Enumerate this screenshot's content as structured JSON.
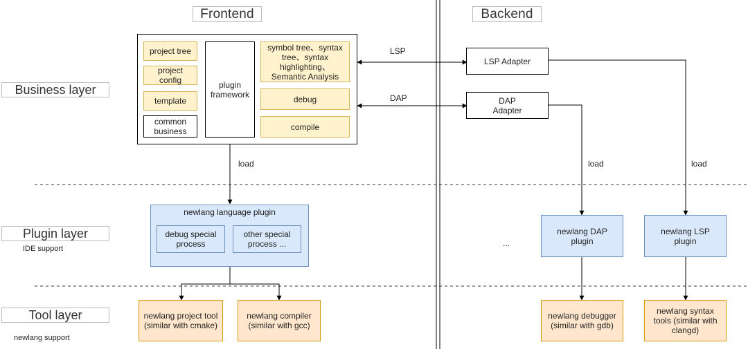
{
  "headers": {
    "frontend": "Frontend",
    "backend": "Backend"
  },
  "layers": {
    "business": "Business layer",
    "plugin": "Plugin layer",
    "plugin_sub": "IDE support",
    "tool": "Tool layer",
    "tool_sub": "newlang support"
  },
  "business_frontend": {
    "project_tree": "project tree",
    "project_config": "project config",
    "template": "template",
    "common_business": "common business",
    "plugin_framework": "plugin framework",
    "symbol_tree": "symbol tree、syntax tree、syntax highlighting、Semantic Analysis",
    "debug": "debug",
    "compile": "compile"
  },
  "adapters": {
    "lsp": "LSP Adapter",
    "dap": "DAP Adapter"
  },
  "edges": {
    "lsp": "LSP",
    "dap": "DAP",
    "load_front": "load",
    "load_dap": "load",
    "load_lsp": "load"
  },
  "plugin_frontend": {
    "title": "newlang language plugin",
    "debug_special": "debug special process",
    "other_special": "other special process ..."
  },
  "plugin_backend": {
    "ellipsis": "...",
    "dap_plugin": "newlang DAP plugin",
    "lsp_plugin": "newlang LSP plugin"
  },
  "tools": {
    "project_tool": "newlang project tool (similar with cmake)",
    "compiler": "newlang compiler (similar with gcc)",
    "debugger": "newlang debugger (similar with gdb)",
    "syntax_tools": "newlang syntax tools (similar with clangd)"
  }
}
